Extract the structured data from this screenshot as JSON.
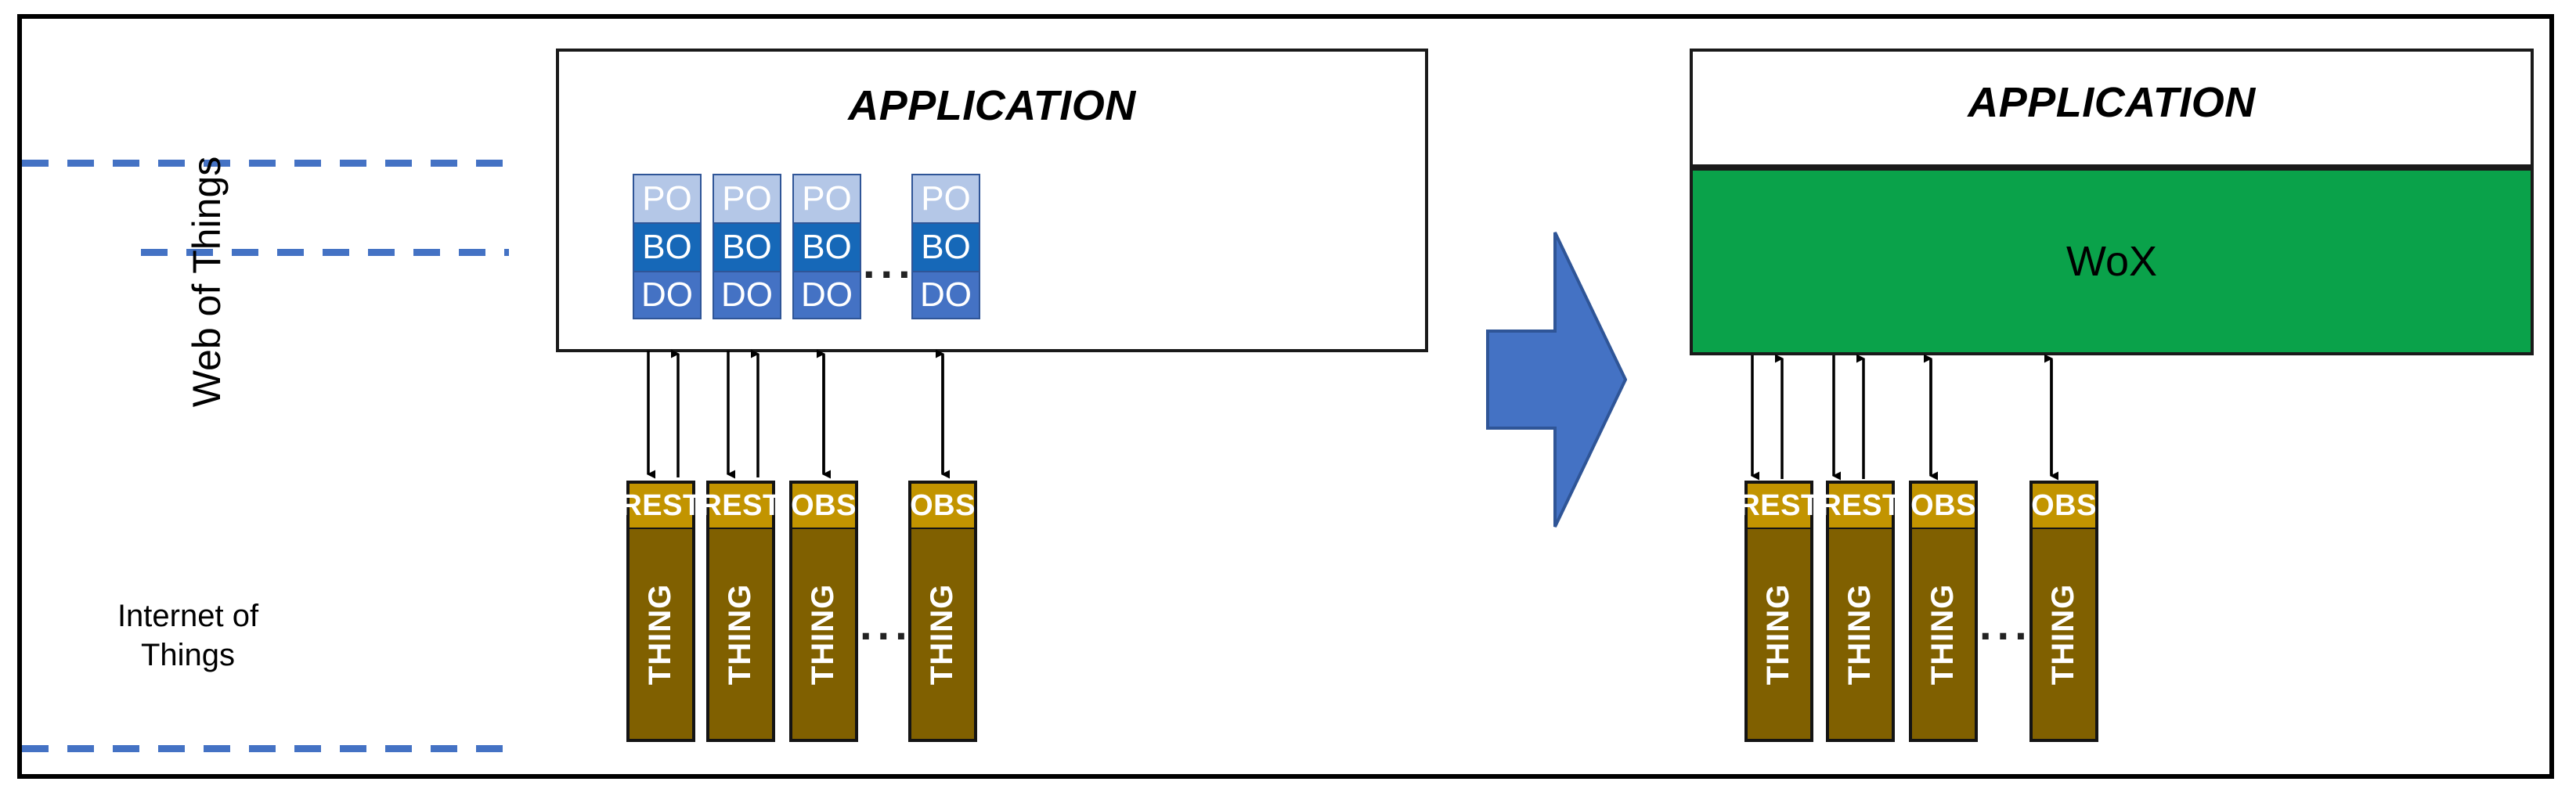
{
  "figure": {
    "left_region": {
      "vertical_label": "Web of Things",
      "inner_label_line1": "Internet of",
      "inner_label_line2": "Things",
      "dashed_line_color": "#4472c4",
      "dashed_line_count": 3
    },
    "left_panel": {
      "application_title": "APPLICATION",
      "object_stacks": [
        {
          "po": "PO",
          "bo": "BO",
          "do": "DO"
        },
        {
          "po": "PO",
          "bo": "BO",
          "do": "DO"
        },
        {
          "po": "PO",
          "bo": "BO",
          "do": "DO"
        },
        {
          "po": "PO",
          "bo": "BO",
          "do": "DO"
        }
      ],
      "stack_ellipsis": "...",
      "things": [
        {
          "interface": "REST",
          "body": "THING",
          "arrow_mode": "pair"
        },
        {
          "interface": "REST",
          "body": "THING",
          "arrow_mode": "pair"
        },
        {
          "interface": "OBS",
          "body": "THING",
          "arrow_mode": "double"
        },
        {
          "interface": "OBS",
          "body": "THING",
          "arrow_mode": "double"
        }
      ],
      "things_ellipsis": "..."
    },
    "transition": {
      "arrow_name": "right-chevron",
      "arrow_color": "#4472c4"
    },
    "right_panel": {
      "application_title": "APPLICATION",
      "middleware_label": "WoX",
      "middleware_color": "#0aa24a",
      "things": [
        {
          "interface": "REST",
          "body": "THING",
          "arrow_mode": "pair"
        },
        {
          "interface": "REST",
          "body": "THING",
          "arrow_mode": "pair"
        },
        {
          "interface": "OBS",
          "body": "THING",
          "arrow_mode": "double"
        },
        {
          "interface": "OBS",
          "body": "THING",
          "arrow_mode": "double"
        }
      ],
      "things_ellipsis": "..."
    },
    "colors": {
      "po": "#b4c7e7",
      "bo": "#1668b8",
      "do": "#4472c4",
      "thing_interface": "#c29400",
      "thing_body": "#806000",
      "wox": "#0aa24a",
      "frame": "#000000"
    }
  }
}
